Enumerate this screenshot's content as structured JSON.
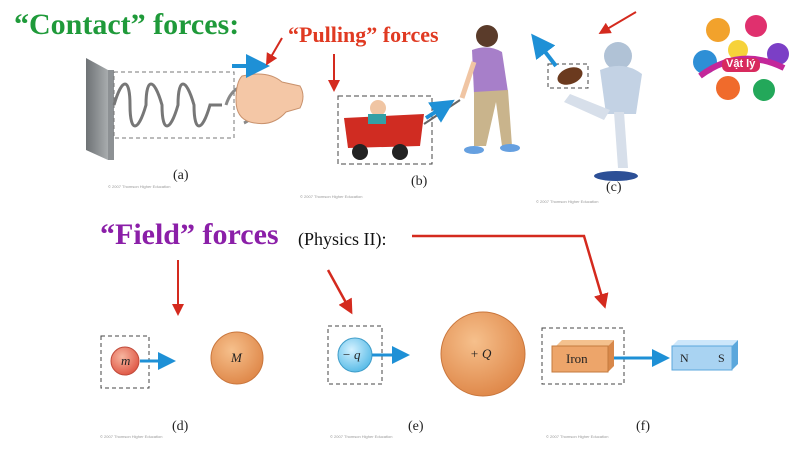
{
  "headings": {
    "contact": "“Contact” forces:",
    "pulling": "“Pulling” forces",
    "field": "“Field” forces",
    "physics": "(Physics II):"
  },
  "panels": {
    "a": "(a)",
    "b": "(b)",
    "c": "(c)",
    "d": "(d)",
    "e": "(e)",
    "f": "(f)"
  },
  "diagram_labels": {
    "small_mass": "m",
    "large_mass": "M",
    "neg_charge": "− q",
    "pos_charge": "+ Q",
    "iron": "Iron",
    "north": "N",
    "south": "S"
  },
  "copyright": "© 2007 Thomson Higher Education",
  "logo_text": "Vật lý",
  "colors": {
    "contact": "#1f9a3a",
    "pulling": "#e03a22",
    "field": "#8b1fa8",
    "arrow_blue": "#1e90d6",
    "arrow_red": "#d42a1e"
  }
}
